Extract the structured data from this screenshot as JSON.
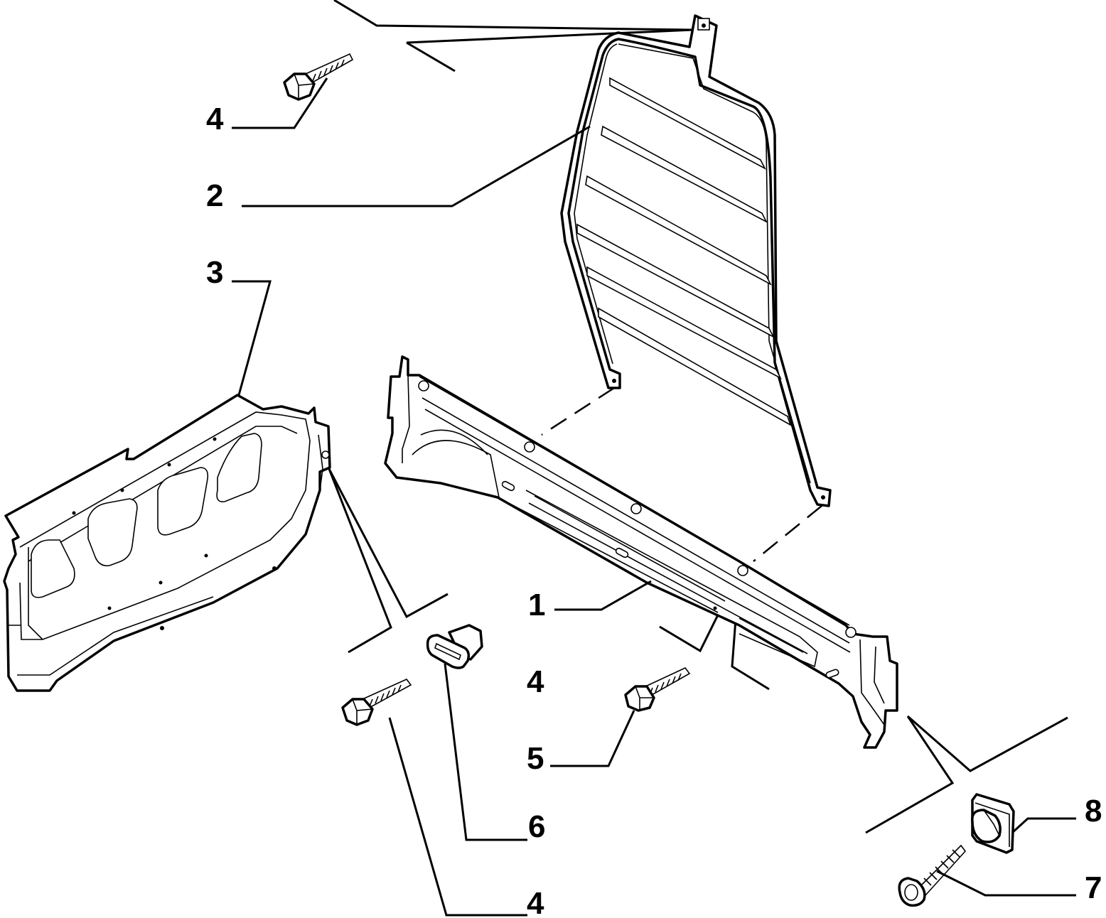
{
  "callouts": {
    "c1": "1",
    "c2": "2",
    "c3": "3",
    "c4_top": "4",
    "c4_mid": "4",
    "c4_bottom": "4",
    "c5": "5",
    "c6": "6",
    "c7": "7",
    "c8": "8"
  }
}
